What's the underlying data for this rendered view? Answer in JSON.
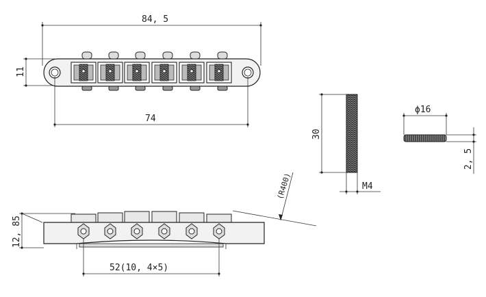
{
  "dimensions": {
    "overall_length": "84, 5",
    "height_top": "11",
    "post_spacing": "74",
    "stud_length": "30",
    "thread": "M4",
    "wheel_diameter": "ϕ16",
    "wheel_thickness": "2, 5",
    "radius": "(R400)",
    "side_height": "12, 85",
    "string_spacing": "52(10, 4×5)"
  },
  "colors": {
    "line": "#222222",
    "fill_light": "#e6e6e6",
    "fill_mid": "#bdbdbd",
    "fill_dark": "#555555"
  }
}
